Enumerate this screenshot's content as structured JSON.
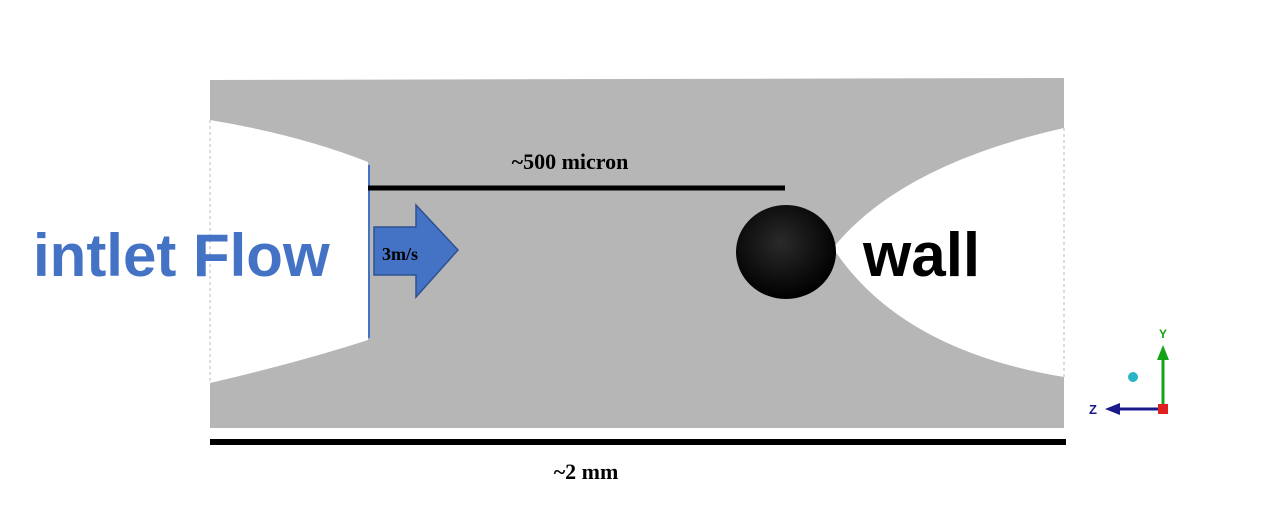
{
  "diagram": {
    "inlet_label": "intlet Flow",
    "velocity_label": "3m/s",
    "top_dimension_label": "~500 micron",
    "bottom_dimension_label": "~2 mm",
    "wall_label": "wall",
    "axis": {
      "y_label": "Y",
      "z_label": "Z"
    }
  },
  "colors": {
    "channel_fill": "#b6b6b6",
    "inlet_text": "#4472c4",
    "arrow_fill": "#4472c4",
    "arrow_stroke": "#2f528f",
    "dimension_line": "#000000",
    "wall_text": "#000000",
    "sphere": "#000000",
    "y_axis": "#14a314",
    "z_axis": "#1a1a8c",
    "origin_point": "#e02020",
    "axis_marker": "#29b5c8"
  }
}
